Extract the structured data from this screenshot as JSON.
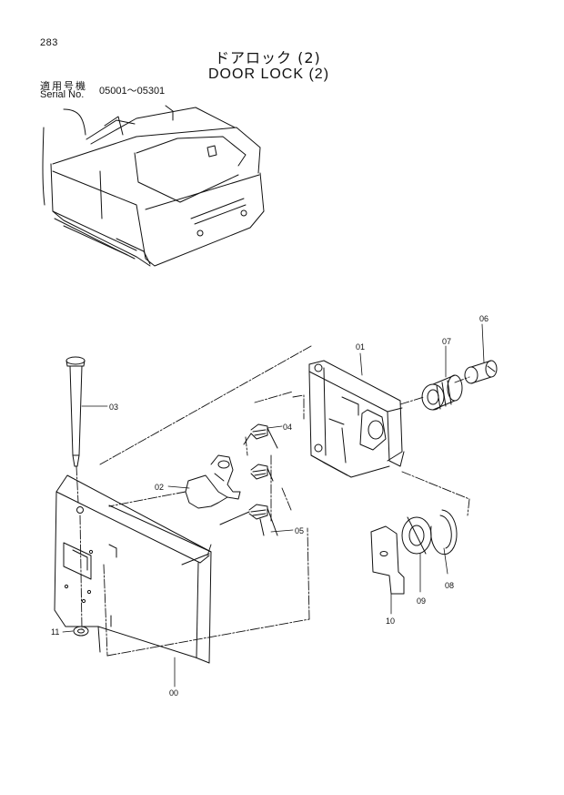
{
  "page_number": "283",
  "title_jp": "ドアロック (2)",
  "title_en": "DOOR LOCK (2)",
  "serial": {
    "label_jp": "適用号機",
    "label_en": "Serial No.",
    "range": "05001～05301"
  },
  "parts": [
    {
      "id": "p00",
      "number": "00"
    },
    {
      "id": "p01",
      "number": "01"
    },
    {
      "id": "p02",
      "number": "02"
    },
    {
      "id": "p03",
      "number": "03"
    },
    {
      "id": "p04",
      "number": "04"
    },
    {
      "id": "p05",
      "number": "05"
    },
    {
      "id": "p06",
      "number": "06"
    },
    {
      "id": "p07",
      "number": "07"
    },
    {
      "id": "p08",
      "number": "08"
    },
    {
      "id": "p09",
      "number": "09"
    },
    {
      "id": "p10",
      "number": "10"
    },
    {
      "id": "p11",
      "number": "11"
    }
  ]
}
